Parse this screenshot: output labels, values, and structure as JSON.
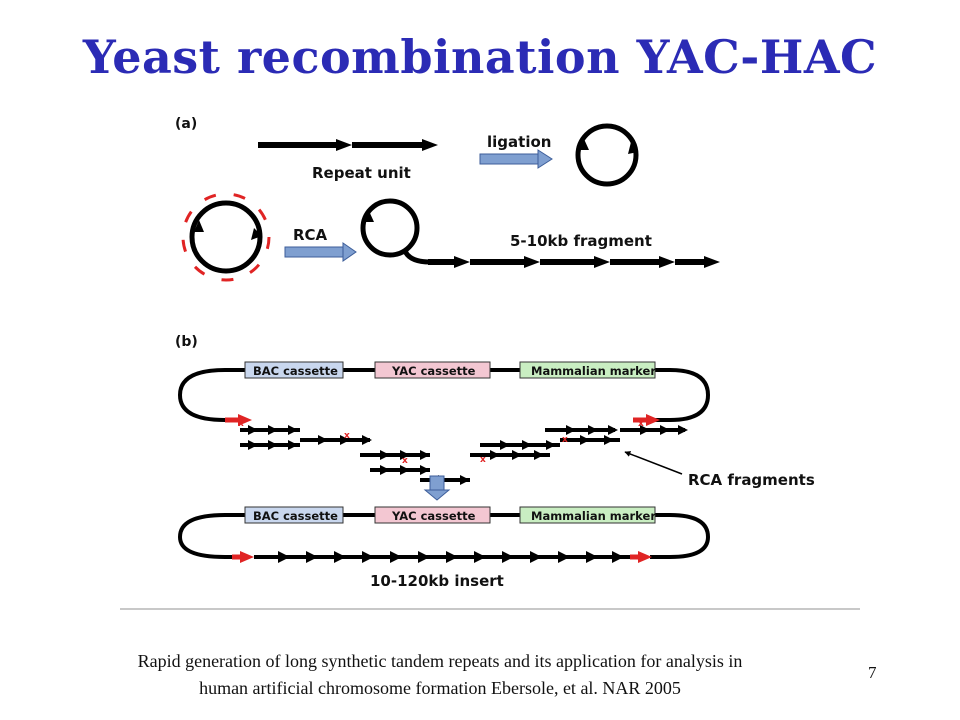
{
  "slide": {
    "title": "Yeast recombination YAC-HAC",
    "caption_line1": "Rapid generation of long synthetic tandem repeats and its application for analysis in",
    "caption_line2": "human artificial chromosome formation Ebersole, et al. NAR 2005",
    "page_number": "7"
  },
  "figure": {
    "panel_a": {
      "label": "(a)",
      "repeat_unit": "Repeat unit",
      "ligation": "ligation",
      "rca": "RCA",
      "fragment": "5-10kb fragment"
    },
    "panel_b": {
      "label": "(b)",
      "bac": "BAC cassette",
      "yac": "YAC cassette",
      "marker": "Mammalian marker",
      "rca_fragments": "RCA fragments",
      "insert": "10-120kb insert"
    }
  },
  "colors": {
    "title": "#2b2bb5",
    "bac_fill": "#c9d7ee",
    "yac_fill": "#f3c7d2",
    "marker_fill": "#c9eec2",
    "red_marker": "#e02424",
    "blue_arrow": "#7f9fd0"
  }
}
